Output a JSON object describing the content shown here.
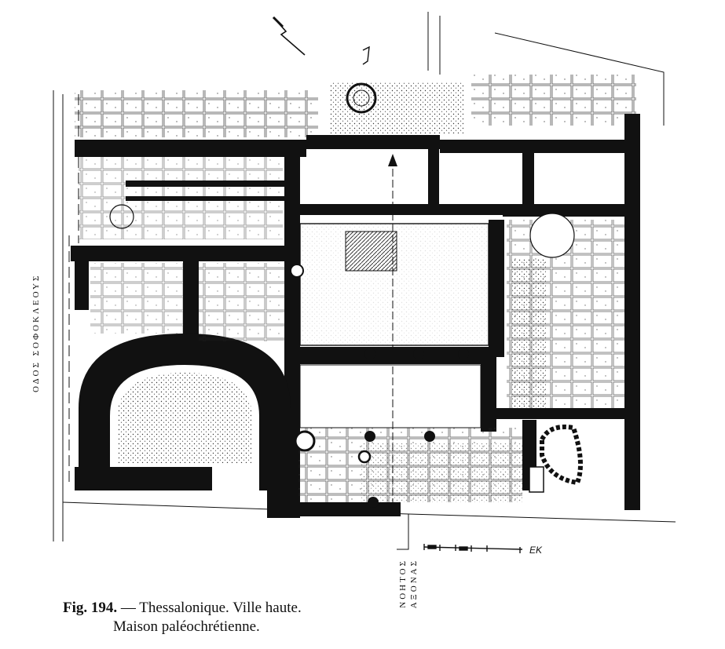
{
  "figure": {
    "number": "Fig. 194.",
    "caption_line1": " — Thessalonique. Ville haute.",
    "caption_line2": "Maison paléochrétienne."
  },
  "labels": {
    "street_west": "ΟΔΟΣ ΣΟΦΟΚΛΕΟΥΣ",
    "street_south_line1": "ΝΟΗΤΟΣ",
    "street_south_line2": "ΑΞΟΝΑΣ",
    "scale_unit": "ΕΚ"
  },
  "colors": {
    "ink": "#111111",
    "paper": "#ffffff",
    "stipple": "#555555"
  }
}
